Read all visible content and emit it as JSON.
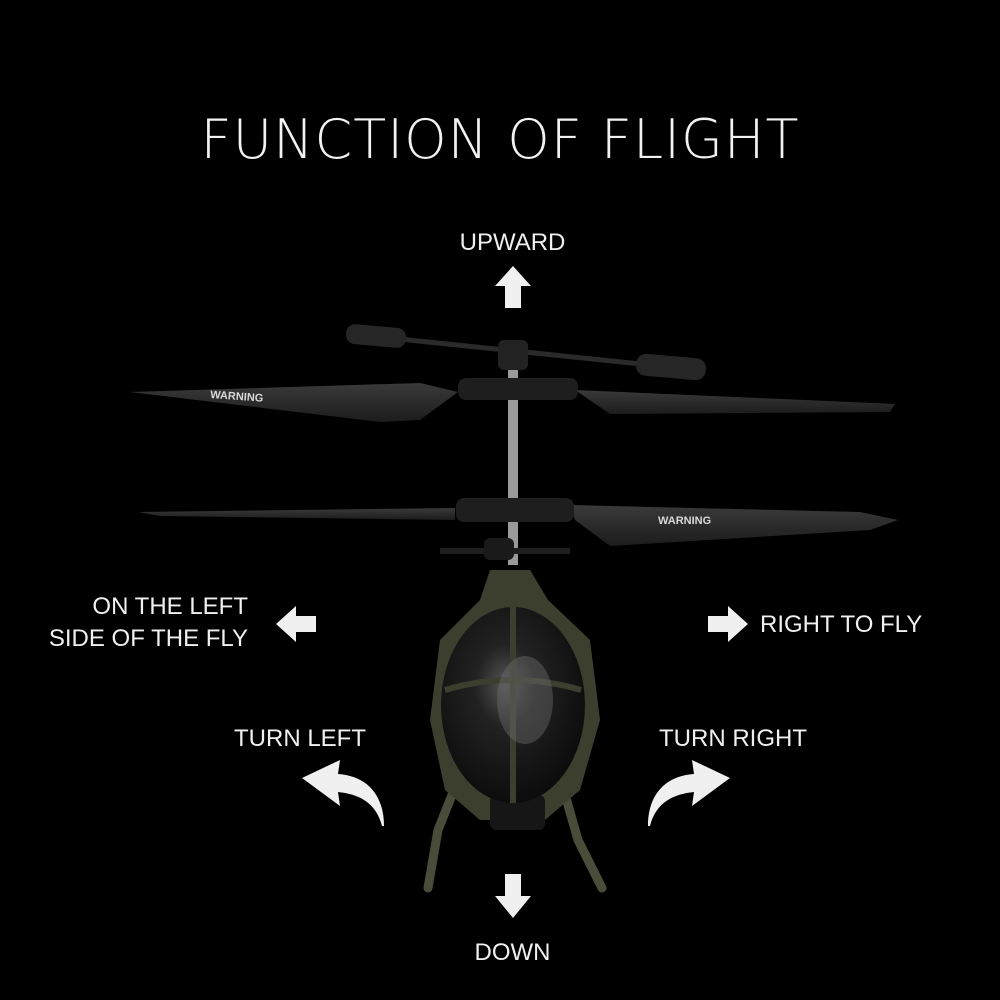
{
  "title": "FUNCTION OF FLIGHT",
  "labels": {
    "upward": "UPWARD",
    "down": "DOWN",
    "left_side_line1": "ON THE LEFT",
    "left_side_line2": "SIDE OF THE FLY",
    "right_fly": "RIGHT TO FLY",
    "turn_left": "TURN LEFT",
    "turn_right": "TURN RIGHT"
  },
  "blade_text": {
    "warning": "WARNING"
  },
  "colors": {
    "background": "#000000",
    "text": "#f0f0f0",
    "body": "#3d3f2e",
    "canopy": "#1a1a1a",
    "blade": "#262626"
  },
  "icons": [
    "up-arrow-icon",
    "down-arrow-icon",
    "left-arrow-icon",
    "right-arrow-icon",
    "turn-left-arrow-icon",
    "turn-right-arrow-icon"
  ]
}
